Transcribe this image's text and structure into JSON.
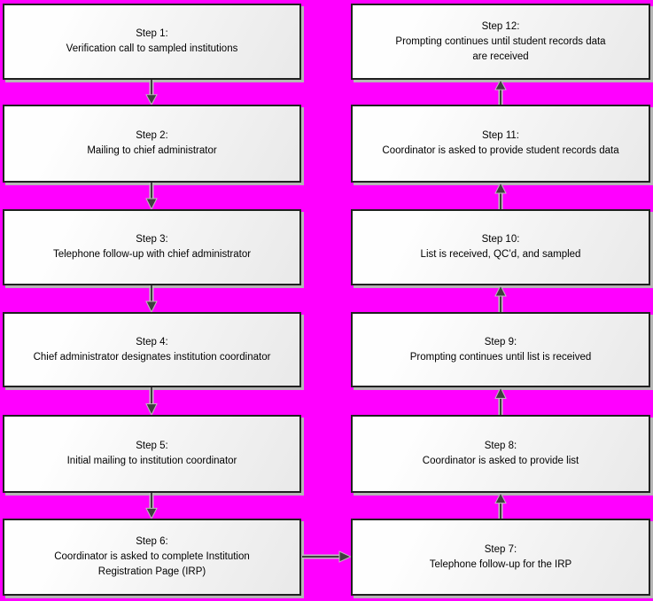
{
  "diagram": {
    "type": "flowchart",
    "background_color": "#FF00FF",
    "box_fill_top": "#FEFEFE",
    "box_fill_bottom": "#E9E9E9",
    "box_border_color": "#202020",
    "box_shadow_color": "#B5B5B5",
    "box_text_color": "#000000",
    "arrow_color": "#3F3F3F",
    "arrow_outline_color": "#BDBDBD"
  },
  "steps": [
    {
      "id": 1,
      "title": "Step 1:",
      "text": "Verification call to sampled institutions"
    },
    {
      "id": 2,
      "title": "Step 2:",
      "text": "Mailing to chief administrator"
    },
    {
      "id": 3,
      "title": "Step 3:",
      "text": "Telephone follow-up with chief administrator"
    },
    {
      "id": 4,
      "title": "Step 4:",
      "text": "Chief administrator designates institution coordinator"
    },
    {
      "id": 5,
      "title": "Step 5:",
      "text": "Initial mailing to institution coordinator"
    },
    {
      "id": 6,
      "title": "Step 6:",
      "text": "Coordinator is asked to complete Institution\nRegistration Page (IRP)"
    },
    {
      "id": 7,
      "title": "Step 7:",
      "text": "Telephone follow-up for the IRP"
    },
    {
      "id": 8,
      "title": "Step 8:",
      "text": "Coordinator is asked to provide list"
    },
    {
      "id": 9,
      "title": "Step 9:",
      "text": "Prompting continues until list is received"
    },
    {
      "id": 10,
      "title": "Step 10:",
      "text": "List is received, QC’d, and sampled"
    },
    {
      "id": 11,
      "title": "Step 11:",
      "text": "Coordinator is asked to provide student records data"
    },
    {
      "id": 12,
      "title": "Step 12:",
      "text": "Prompting continues until student records data\nare received"
    }
  ],
  "connectors": [
    {
      "from": 1,
      "to": 2,
      "direction": "down"
    },
    {
      "from": 2,
      "to": 3,
      "direction": "down"
    },
    {
      "from": 3,
      "to": 4,
      "direction": "down"
    },
    {
      "from": 4,
      "to": 5,
      "direction": "down"
    },
    {
      "from": 5,
      "to": 6,
      "direction": "down"
    },
    {
      "from": 6,
      "to": 7,
      "direction": "right"
    },
    {
      "from": 7,
      "to": 8,
      "direction": "up"
    },
    {
      "from": 8,
      "to": 9,
      "direction": "up"
    },
    {
      "from": 9,
      "to": 10,
      "direction": "up"
    },
    {
      "from": 10,
      "to": 11,
      "direction": "up"
    },
    {
      "from": 11,
      "to": 12,
      "direction": "up"
    }
  ]
}
